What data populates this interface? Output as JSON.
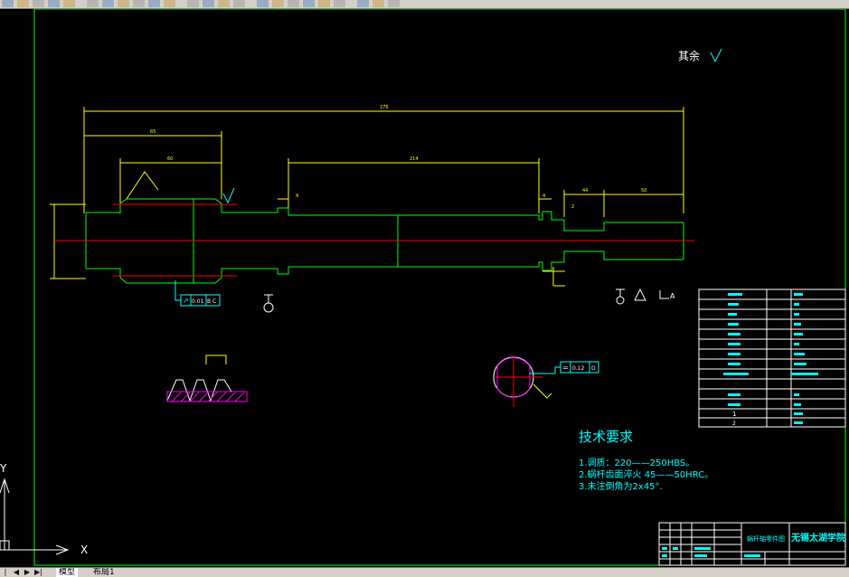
{
  "colors": {
    "background": "#000000",
    "frame": "#00ff00",
    "dimension": "#ffff00",
    "centerline": "#ff0000",
    "annotation": "#00ffff",
    "text": "#ffffff",
    "hatch": "#ff00ff"
  },
  "toolbar": {
    "icons": [
      "new-icon",
      "open-icon",
      "save-icon",
      "print-icon",
      "preview-icon",
      "cut-icon",
      "copy-icon",
      "paste-icon",
      "match-icon",
      "undo-icon",
      "redo-icon",
      "pan-icon",
      "zoom-realtime-icon",
      "zoom-window-icon",
      "zoom-previous-icon",
      "properties-icon",
      "design-center-icon",
      "tool-palette-icon",
      "sheet-set-icon",
      "markup-icon",
      "calc-icon",
      "help-icon",
      "layer-icon",
      "layer-state-icon"
    ]
  },
  "drawing": {
    "surface_finish_note": "其余",
    "tech_req": {
      "title": "技术要求",
      "items": [
        "1.调质：220——250HBS。",
        "2.蜗杆齿面淬火 45——50HRC。",
        "3.未注倒角为2x45°."
      ]
    },
    "tolerance_frame": {
      "symbol": "↗",
      "value": "0.01",
      "datum": "B C"
    },
    "keyway_frame": {
      "symbol": "=",
      "value": "0.12",
      "datum": "D"
    },
    "datum_a": "A",
    "title_block": {
      "drawing_name": "蜗杆轴零件图",
      "school": "无锡太湖学院"
    },
    "param_table_rows": [
      "1",
      "2"
    ]
  },
  "ucs": {
    "x_label": "X",
    "y_label": "Y"
  },
  "tabs": {
    "model": "模型",
    "layout1": "布局1"
  }
}
